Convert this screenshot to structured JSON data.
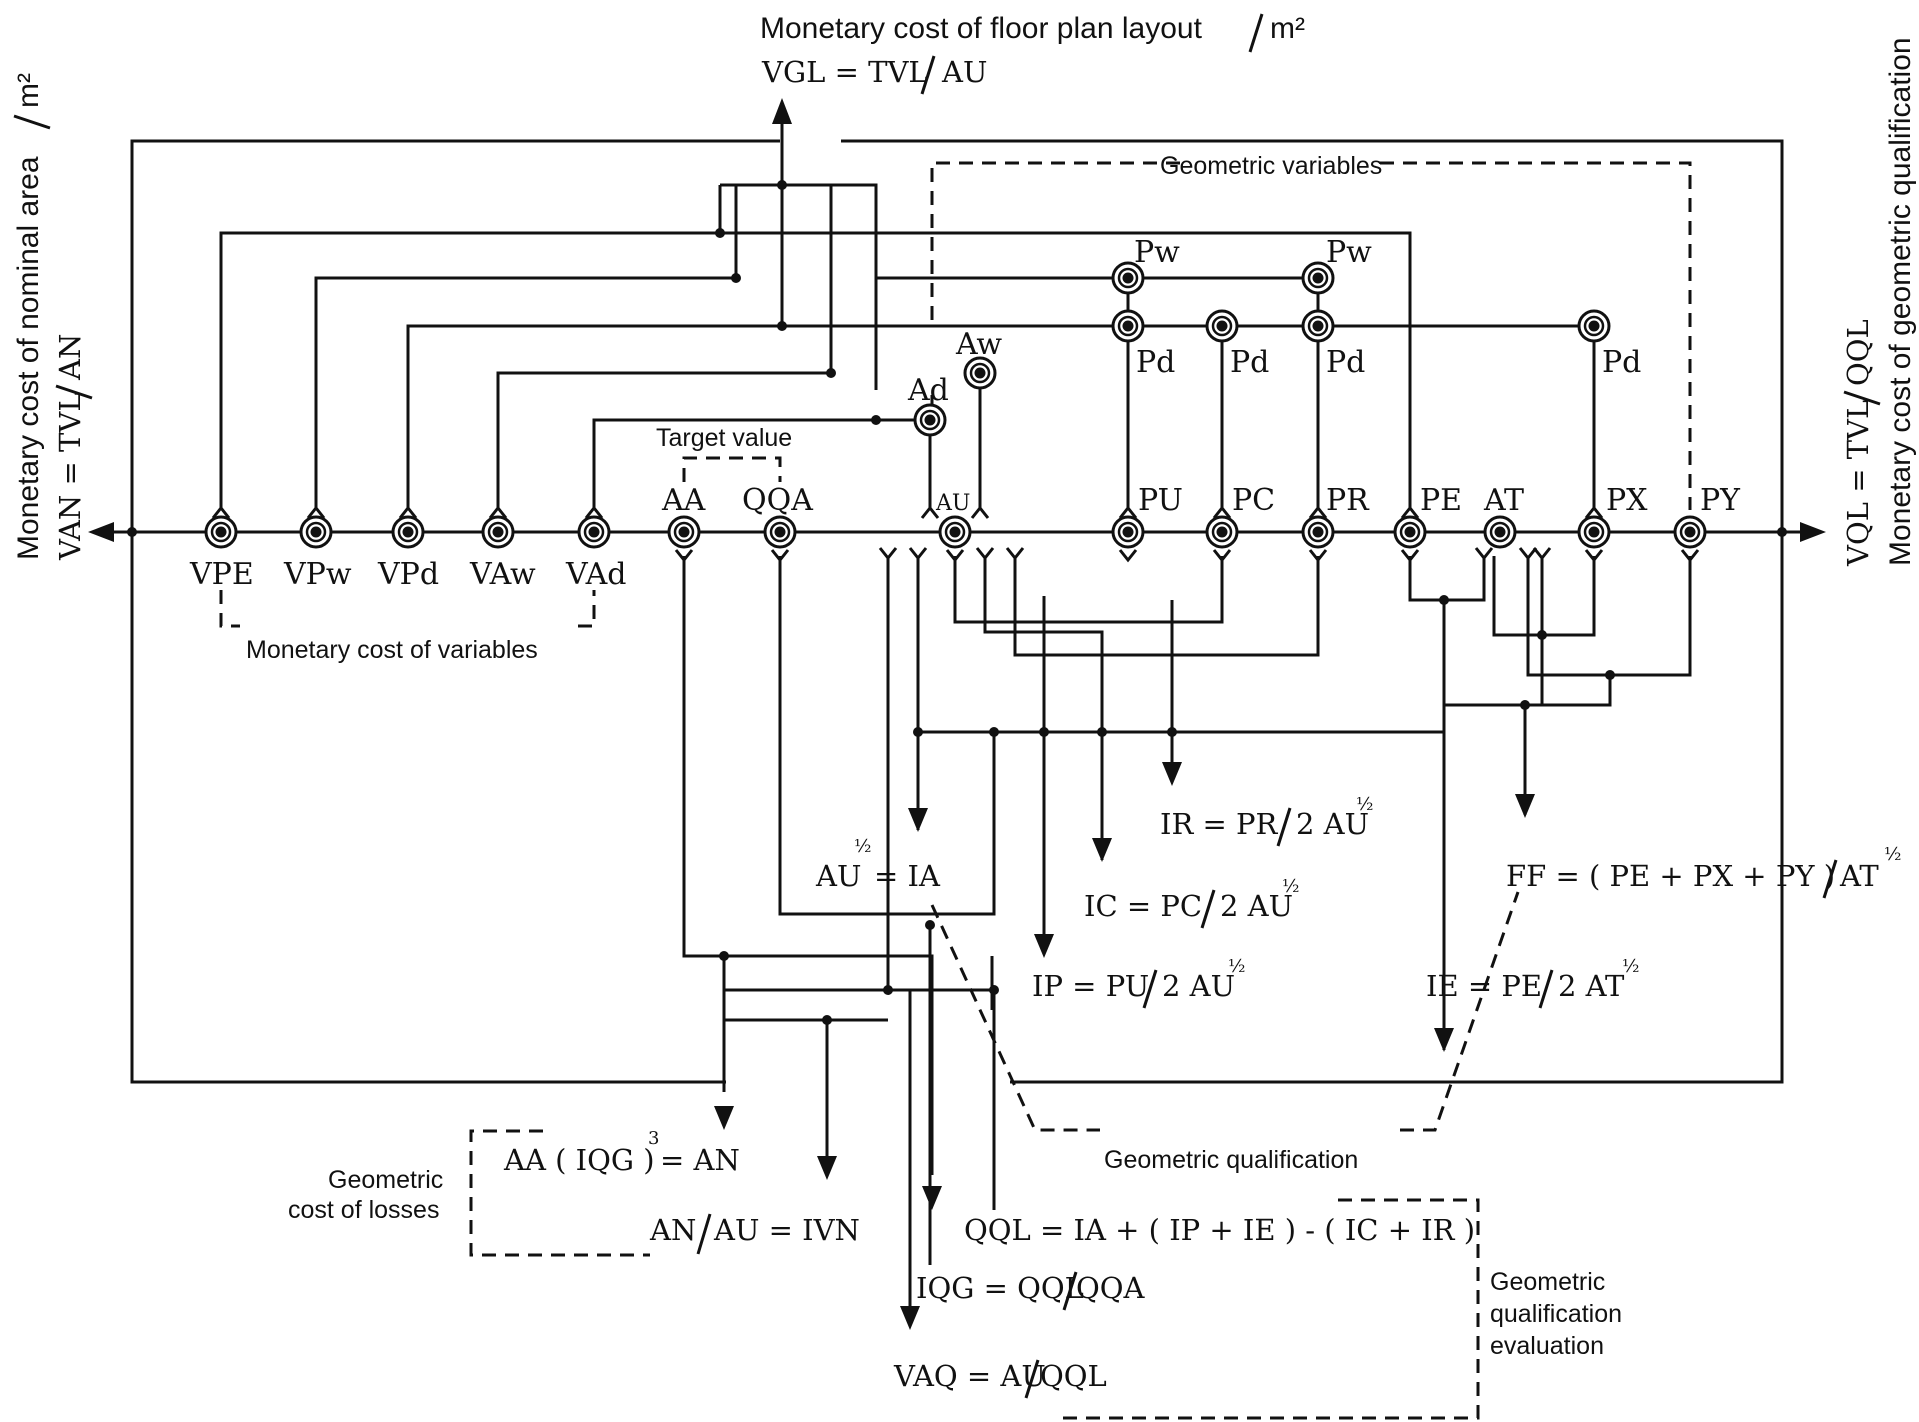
{
  "titles": {
    "top_title": "Monetary cost of floor plan layout",
    "top_unit": "m²",
    "top_formula": "VGL = TVL",
    "top_formula_den": "AU",
    "left_title": "Monetary cost of nominal area",
    "left_unit": "m²",
    "left_formula": "VAN = TVL",
    "left_formula_den": "AN",
    "right_title": "Monetary cost of geometric qualification",
    "right_formula": "VQL = TVL",
    "right_formula_den": "QQL"
  },
  "boxes": {
    "geometric_variables": "Geometric variables",
    "target_value": "Target value",
    "monetary_cost_of_variables": "Monetary cost of variables",
    "geometric_qualification": "Geometric qualification",
    "geometric_cost_of_losses_1": "Geometric",
    "geometric_cost_of_losses_2": "cost of losses",
    "evaluation_1": "Geometric",
    "evaluation_2": "qualification",
    "evaluation_3": "evaluation"
  },
  "bus_nodes": {
    "vpe": "VPE",
    "vpw": "VPw",
    "vpd": "VPd",
    "vaw": "VAw",
    "vad": "VAd",
    "aa": "AA",
    "qqa": "QQA",
    "au": "AU",
    "pu": "PU",
    "pc": "PC",
    "pr": "PR",
    "pe": "PE",
    "at": "AT",
    "px": "PX",
    "py": "PY"
  },
  "upper_nodes": {
    "pw1": "Pw",
    "pw2": "Pw",
    "aw": "Aw",
    "ad": "Ad",
    "pd1": "Pd",
    "pd2": "Pd",
    "pd3": "Pd",
    "pd4": "Pd"
  },
  "formulas": {
    "ir_a": "IR = PR",
    "ir_b": "2 AU",
    "ir_sup": "½",
    "ic_a": "IC = PC",
    "ic_b": "2 AU",
    "ic_sup": "½",
    "ip_a": "IP = PU",
    "ip_b": "2 AU",
    "ip_sup": "½",
    "ie_a": "IE = PE",
    "ie_b": "2 AT",
    "ie_sup": "½",
    "ff_a": "FF  = ( PE + PX + PY )",
    "ff_b": "AT",
    "ff_sup": "½",
    "ia_a": "AU",
    "ia_sup": "½",
    "ia_b": "=  IA",
    "an_a": "AA ( IQG )",
    "an_sup": "3",
    "an_b": "= AN",
    "ivn_a": "AN",
    "ivn_b": "AU = IVN",
    "qql": "QQL = IA + ( IP + IE ) - ( IC  + IR )",
    "iqg_a": "IQG = QQL",
    "iqg_b": " QQA",
    "vaq_a": "VAQ = AU",
    "vaq_b": " QQL"
  }
}
